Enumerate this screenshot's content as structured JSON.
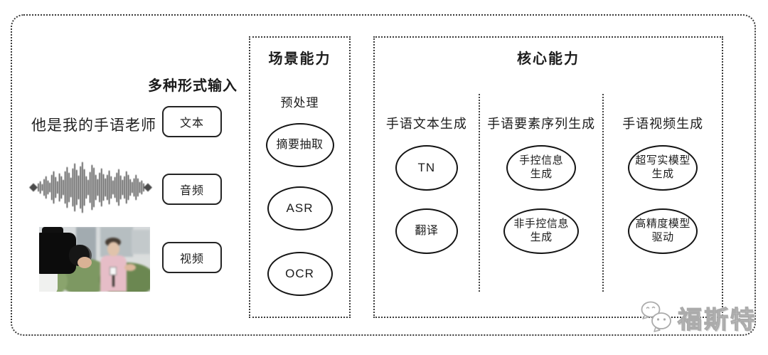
{
  "input_section": {
    "title": "多种形式输入",
    "sample_text": "他是我的手语老师",
    "labels": {
      "text": "文本",
      "audio": "音频",
      "video": "视频"
    }
  },
  "scene_panel": {
    "title": "场景能力",
    "stage_label": "预处理",
    "nodes": [
      "摘要抽取",
      "ASR",
      "OCR"
    ]
  },
  "core_panel": {
    "title": "核心能力",
    "columns": [
      {
        "header": "手语文本生成",
        "nodes": [
          "TN",
          "翻译"
        ]
      },
      {
        "header": "手语要素序列生成",
        "nodes": [
          "手控信息\n生成",
          "非手控信息\n生成"
        ]
      },
      {
        "header": "手语视频生成",
        "nodes": [
          "超写实模型\n生成",
          "高精度模型\n驱动"
        ]
      }
    ]
  },
  "watermark": {
    "label": "福斯特",
    "icon": "wechat-logo-icon"
  },
  "colors": {
    "line": "#1c1c1c",
    "background": "#ffffff",
    "watermark": "#ababab"
  }
}
